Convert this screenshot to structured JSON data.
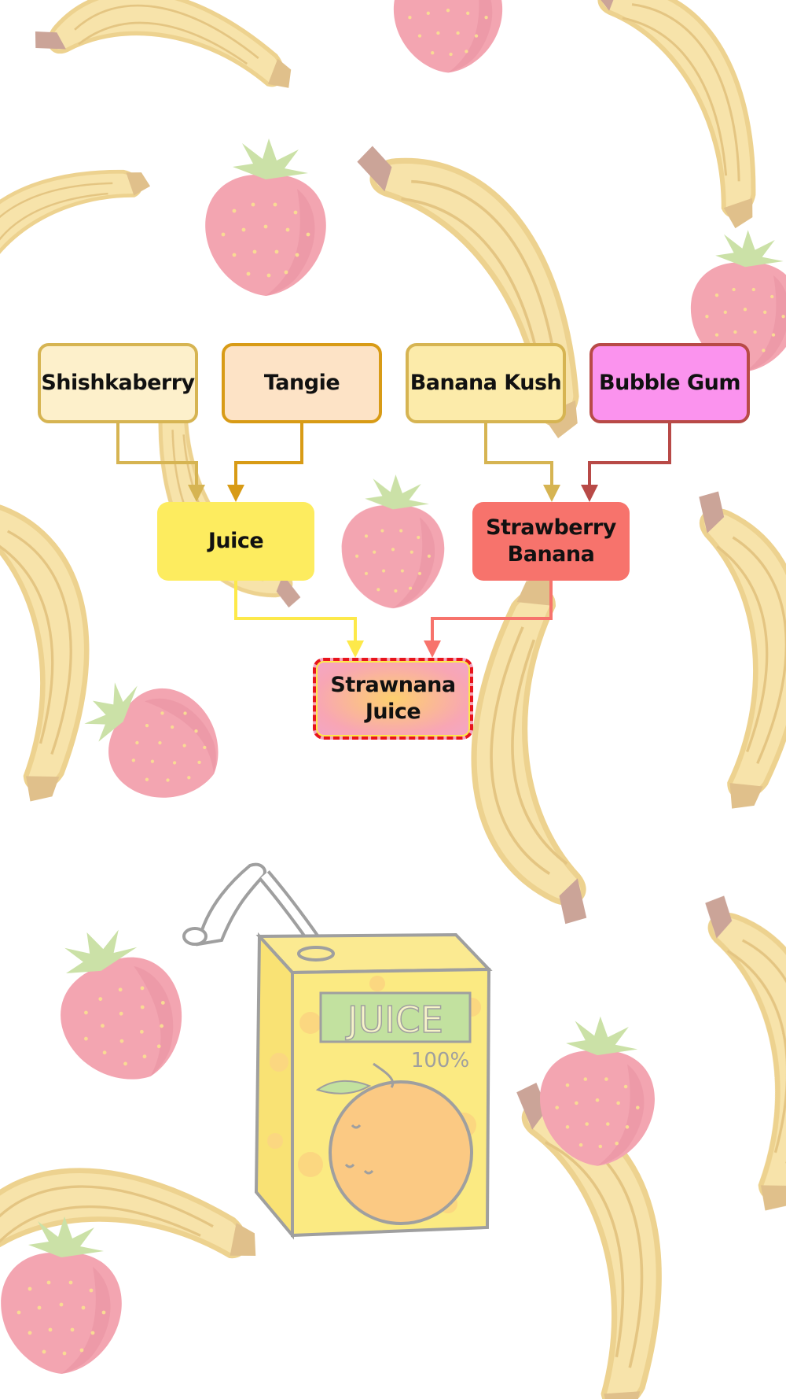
{
  "nodes": {
    "shishkaberry": {
      "label": "Shishkaberry"
    },
    "tangie": {
      "label": "Tangie"
    },
    "banana_kush": {
      "label": "Banana Kush"
    },
    "bubble_gum": {
      "label": "Bubble Gum"
    },
    "juice": {
      "label": "Juice"
    },
    "strawberry_banana": {
      "line1": "Strawberry",
      "line2": "Banana"
    },
    "strawnana_juice": {
      "line1": "Strawnana",
      "line2": "Juice"
    }
  },
  "edges": [
    {
      "from": "Shishkaberry",
      "to": "Juice",
      "color": "#d6b452"
    },
    {
      "from": "Tangie",
      "to": "Juice",
      "color": "#d89b16"
    },
    {
      "from": "Banana Kush",
      "to": "Strawberry Banana",
      "color": "#d6b452"
    },
    {
      "from": "Bubble Gum",
      "to": "Strawberry Banana",
      "color": "#b84a47"
    },
    {
      "from": "Juice",
      "to": "Strawnana Juice",
      "color": "#fde94a"
    },
    {
      "from": "Strawberry Banana",
      "to": "Strawnana Juice",
      "color": "#f7736c"
    }
  ],
  "background": {
    "juice_box_label": "JUICE",
    "juice_box_percent": "100%",
    "icons": [
      "banana-icon",
      "strawberry-icon",
      "juice-box-icon"
    ]
  }
}
